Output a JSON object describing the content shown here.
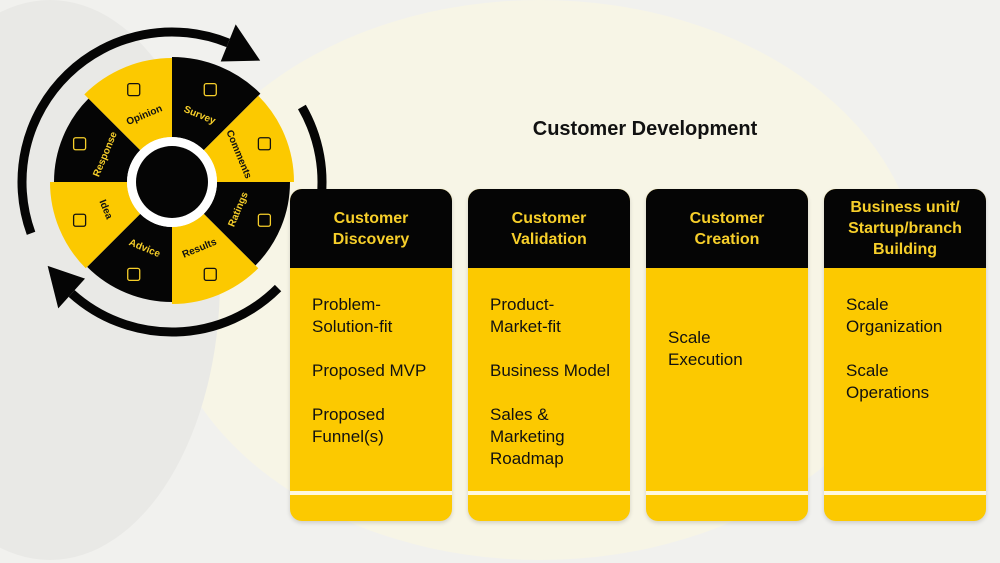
{
  "title": "Customer Development",
  "colors": {
    "yellow": "#fcc900",
    "black": "#050505",
    "label_yellow": "#f7cf2a"
  },
  "wheel": {
    "segments": [
      {
        "label": "Survey",
        "icon": "survey-icon"
      },
      {
        "label": "Comments",
        "icon": "comment-icon"
      },
      {
        "label": "Ratings",
        "icon": "ratings-icon"
      },
      {
        "label": "Results",
        "icon": "results-icon"
      },
      {
        "label": "Advice",
        "icon": "advice-icon"
      },
      {
        "label": "Idea",
        "icon": "lightbulb-icon"
      },
      {
        "label": "Response",
        "icon": "response-icon"
      },
      {
        "label": "Opinion",
        "icon": "opinion-icon"
      }
    ]
  },
  "stages": [
    {
      "title": "Customer\nDiscovery",
      "items": [
        "Problem-\nSolution-fit",
        "Proposed MVP",
        "Proposed\nFunnel(s)"
      ]
    },
    {
      "title": "Customer\nValidation",
      "items": [
        "Product-\nMarket-fit",
        "Business Model",
        "Sales &\nMarketing\nRoadmap"
      ]
    },
    {
      "title": "Customer\nCreation",
      "items": [
        "Scale\nExecution"
      ]
    },
    {
      "title": "Business unit/\nStartup/branch\nBuilding",
      "items": [
        "Scale\nOrganization",
        "Scale\nOperations"
      ]
    }
  ]
}
